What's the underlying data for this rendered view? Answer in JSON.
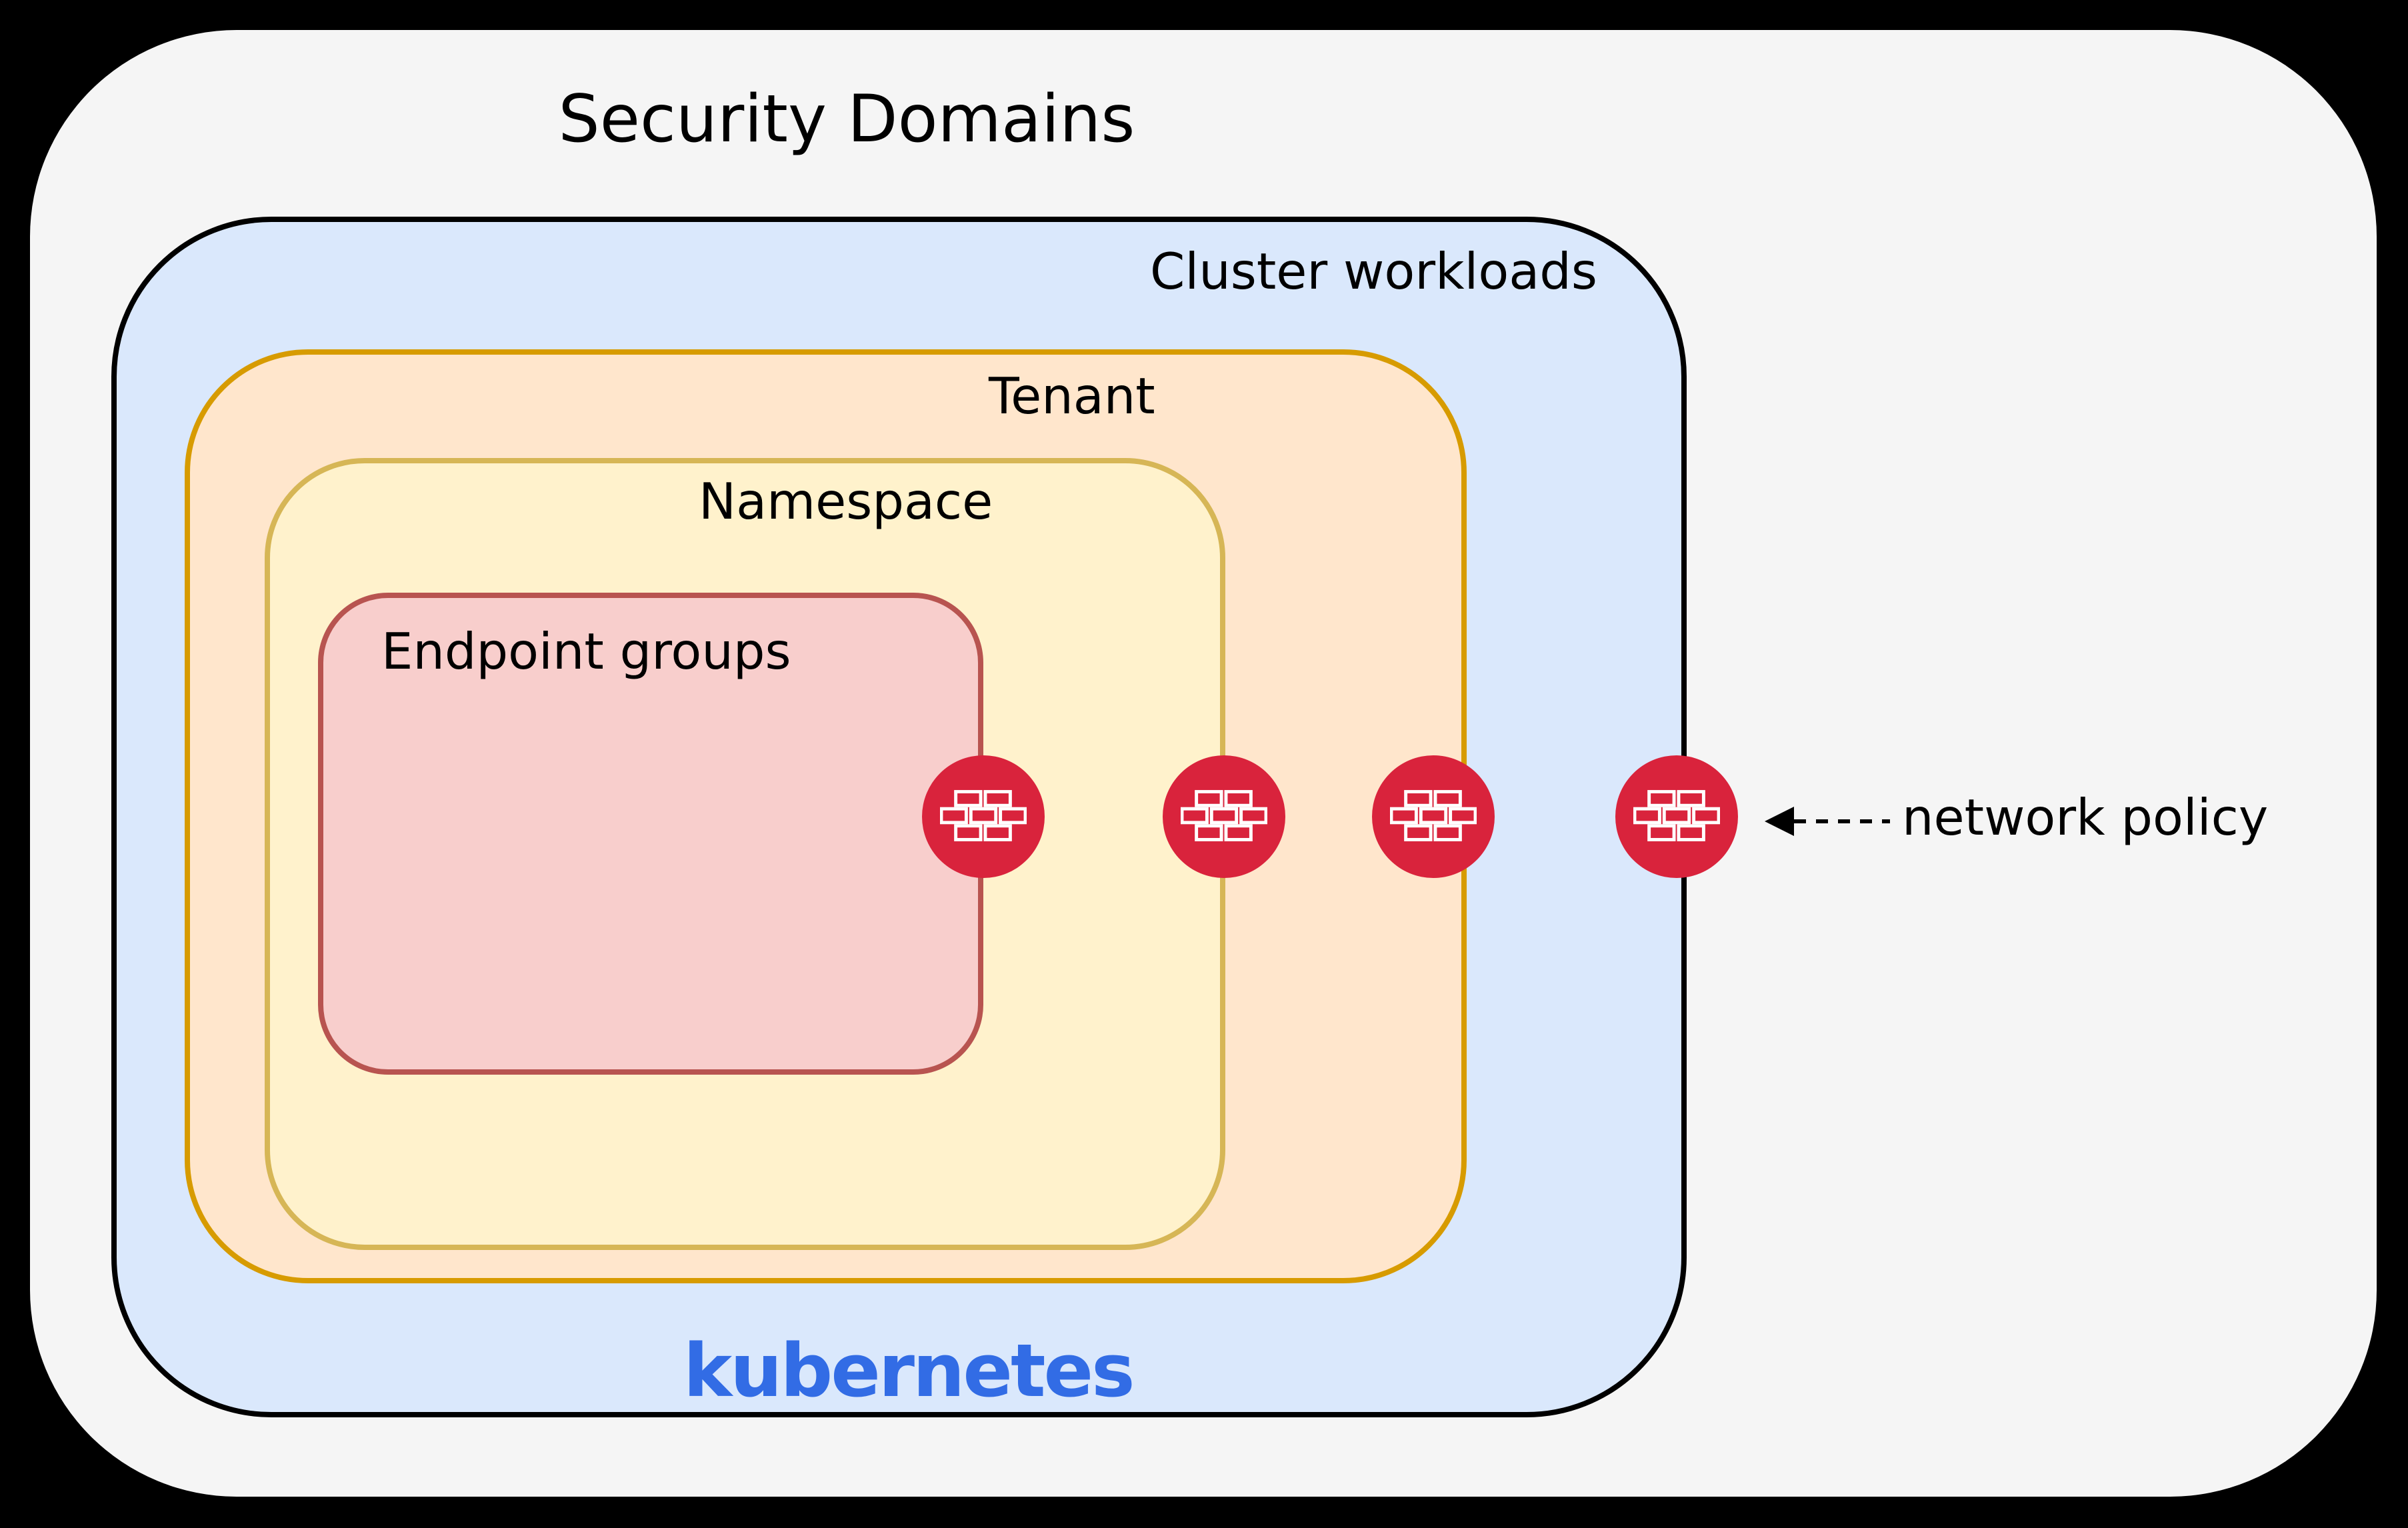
{
  "diagram": {
    "title": "Security Domains",
    "domains": [
      {
        "id": "cluster",
        "label": "Cluster workloads",
        "sublabel": "kubernetes",
        "fill": "#DAE8FC",
        "stroke": "#000000"
      },
      {
        "id": "tenant",
        "label": "Tenant",
        "fill": "#FFE6CC",
        "stroke": "#D79B00"
      },
      {
        "id": "namespace",
        "label": "Namespace",
        "fill": "#FFF2CC",
        "stroke": "#D6B656"
      },
      {
        "id": "endpoint_groups",
        "label": "Endpoint groups",
        "fill": "#F8CECC",
        "stroke": "#B85450"
      }
    ],
    "annotation": {
      "label": "network policy",
      "arrow_style": "dashed-left"
    },
    "firewall_badges": {
      "icon": "firewall-brick-icon",
      "count": 4,
      "color": "#D9233C"
    },
    "colors": {
      "background": "#000000",
      "panel": "#F5F5F5",
      "kubernetes_blue": "#326CE5",
      "text": "#000000"
    }
  }
}
